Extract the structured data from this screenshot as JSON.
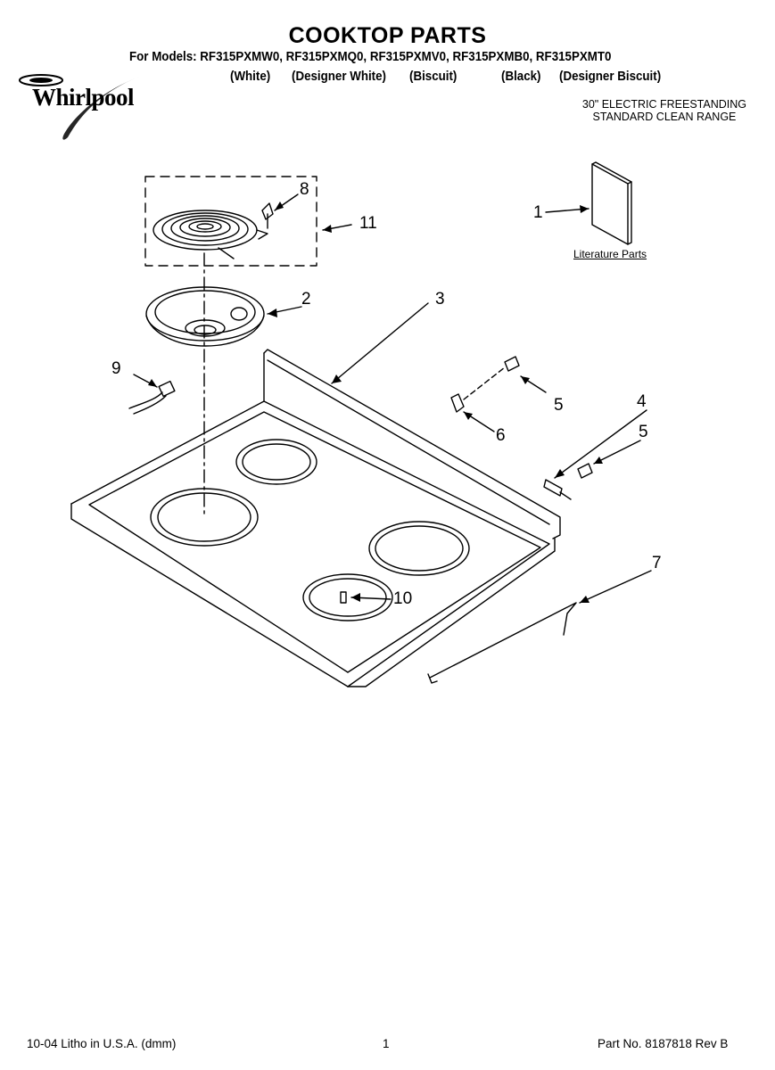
{
  "header": {
    "title": "COOKTOP PARTS",
    "models_line": "For Models: RF315PXMW0, RF315PXMQ0, RF315PXMV0, RF315PXMB0, RF315PXMT0",
    "colors": [
      "(White)",
      "(Designer White)",
      "(Biscuit)",
      "(Black)",
      "(Designer Biscuit)"
    ],
    "brand": "Whirlpool",
    "range_line1": "30\" ELECTRIC FREESTANDING",
    "range_line2": "STANDARD CLEAN RANGE"
  },
  "callouts": [
    "1",
    "2",
    "3",
    "4",
    "5",
    "5",
    "6",
    "7",
    "8",
    "9",
    "10",
    "11"
  ],
  "literature_label": "Literature Parts",
  "footer": {
    "litho": "10-04 Litho in U.S.A. (dmm)",
    "page": "1",
    "part_no": "Part No. 8187818 Rev B"
  }
}
